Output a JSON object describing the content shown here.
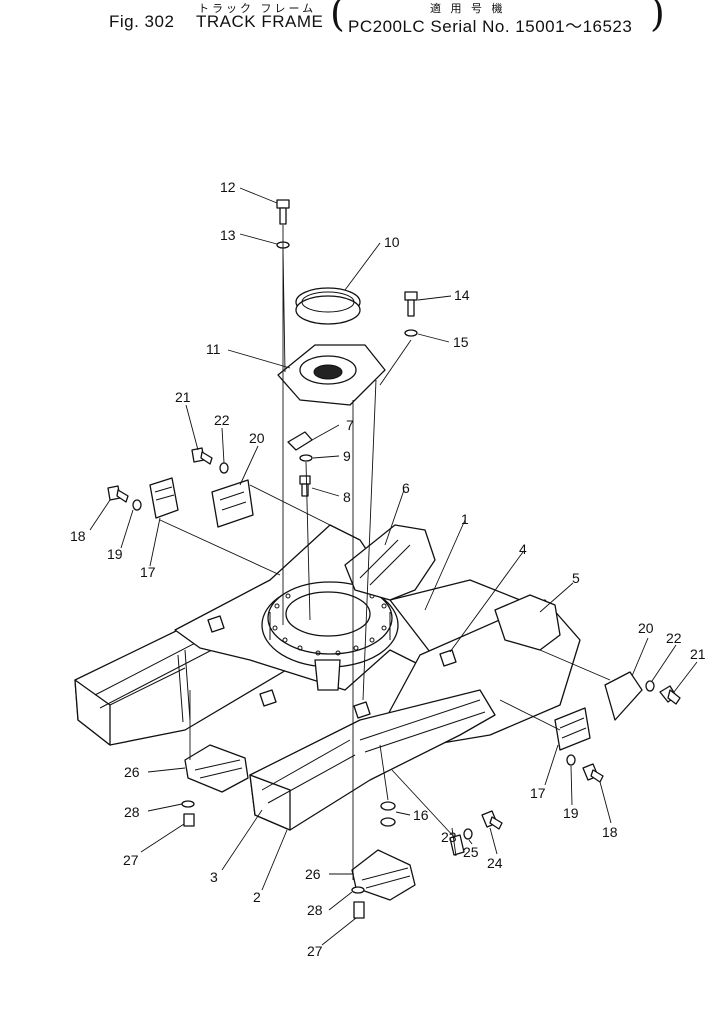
{
  "header": {
    "fig_no": "Fig. 302",
    "title_katakana": "トラック フレーム",
    "title": "TRACK FRAME",
    "applicable_kanji": "適 用 号 機",
    "serial_text": "PC200LC Serial No. 15001～16523"
  },
  "callouts": [
    "1",
    "2",
    "3",
    "4",
    "5",
    "6",
    "7",
    "8",
    "9",
    "10",
    "11",
    "12",
    "13",
    "14",
    "15",
    "16",
    "17",
    "17",
    "18",
    "18",
    "19",
    "19",
    "20",
    "20",
    "21",
    "21",
    "22",
    "22",
    "23",
    "24",
    "25",
    "26",
    "26",
    "27",
    "27",
    "28",
    "28"
  ]
}
